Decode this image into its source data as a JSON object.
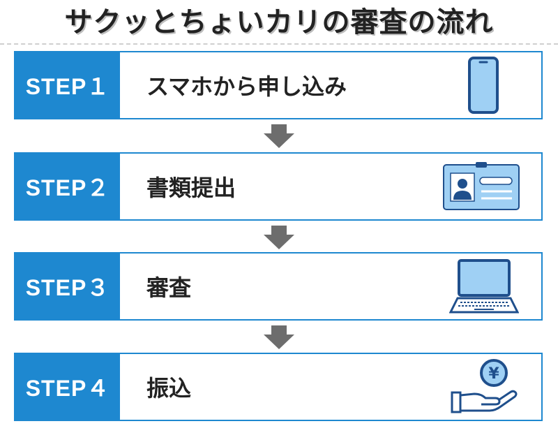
{
  "title": "サクッとちょいカリの審査の流れ",
  "steps": [
    {
      "label": "STEP１",
      "text": "スマホから申し込み",
      "icon": "smartphone-icon"
    },
    {
      "label": "STEP２",
      "text": "書類提出",
      "icon": "id-card-icon"
    },
    {
      "label": "STEP３",
      "text": "審査",
      "icon": "laptop-icon"
    },
    {
      "label": "STEP４",
      "text": "振込",
      "icon": "yen-hand-icon"
    }
  ],
  "colors": {
    "accent": "#1e88d0",
    "arrow": "#6d6d6d",
    "icon_fill": "#9fd0f4",
    "icon_stroke": "#1f4f8c"
  },
  "yen_symbol": "¥"
}
